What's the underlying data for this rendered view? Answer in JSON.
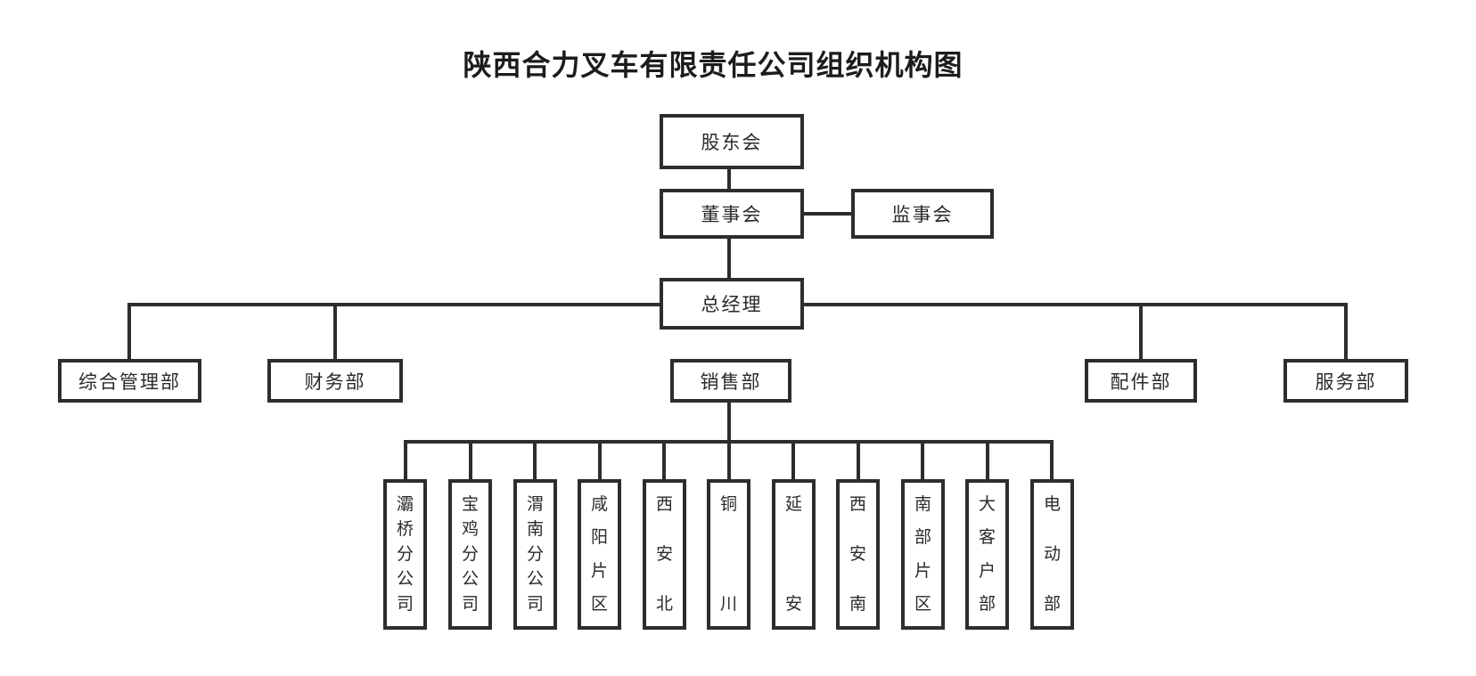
{
  "title": "陕西合力叉车有限责任公司组织机构图",
  "org": {
    "shareholders": "股东会",
    "board": "董事会",
    "supervisors": "监事会",
    "general_manager": "总经理",
    "departments": [
      {
        "label": "综合管理部"
      },
      {
        "label": "财务部"
      },
      {
        "label": "销售部"
      },
      {
        "label": "配件部"
      },
      {
        "label": "服务部"
      }
    ],
    "sales_units": [
      {
        "label": "灞桥分公司"
      },
      {
        "label": "宝鸡分公司"
      },
      {
        "label": "渭南分公司"
      },
      {
        "label": "咸阳片区"
      },
      {
        "label": "西安北"
      },
      {
        "label": "铜川"
      },
      {
        "label": "延安"
      },
      {
        "label": "西安南"
      },
      {
        "label": "南部片区"
      },
      {
        "label": "大客户部"
      },
      {
        "label": "电动部"
      }
    ]
  },
  "colors": {
    "line": "#2d2d2d",
    "text": "#2a2a2a",
    "background": "#ffffff"
  }
}
